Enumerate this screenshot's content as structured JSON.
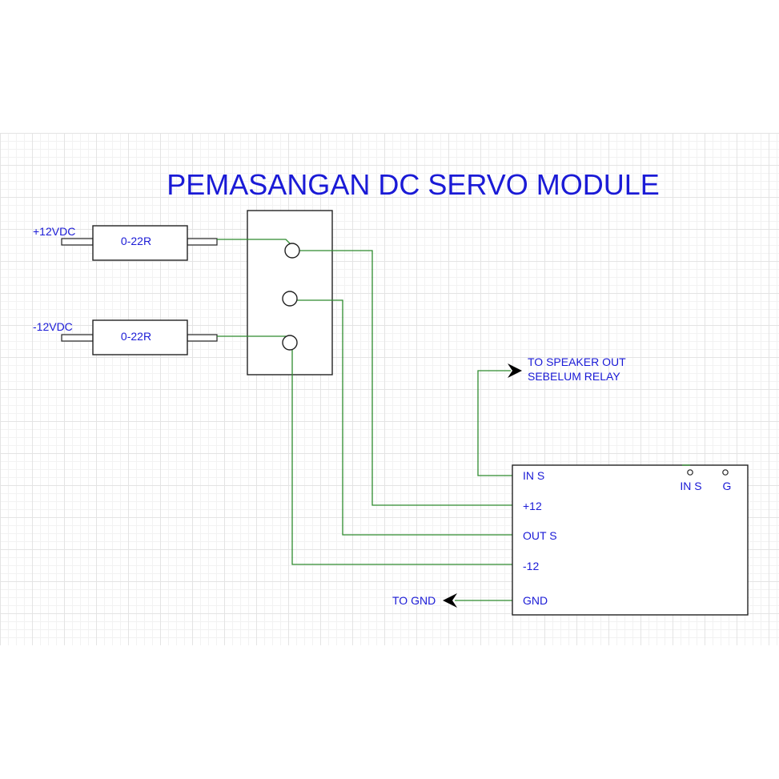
{
  "title": "PEMASANGAN DC SERVO MODULE",
  "colors": {
    "text": "#1a1ad6",
    "wire": "#2e8b2e",
    "line": "#222222"
  },
  "resistors": [
    {
      "supply_label": "+12VDC",
      "value": "0-22R"
    },
    {
      "supply_label": "-12VDC",
      "value": "0-22R"
    }
  ],
  "module": {
    "pins": [
      "IN S",
      "+12",
      "OUT S",
      "-12",
      "GND"
    ],
    "top_labels": [
      "IN S",
      "G"
    ]
  },
  "arrows": {
    "speaker_line1": "TO SPEAKER OUT",
    "speaker_line2": "SEBELUM RELAY",
    "gnd": "TO GND"
  }
}
